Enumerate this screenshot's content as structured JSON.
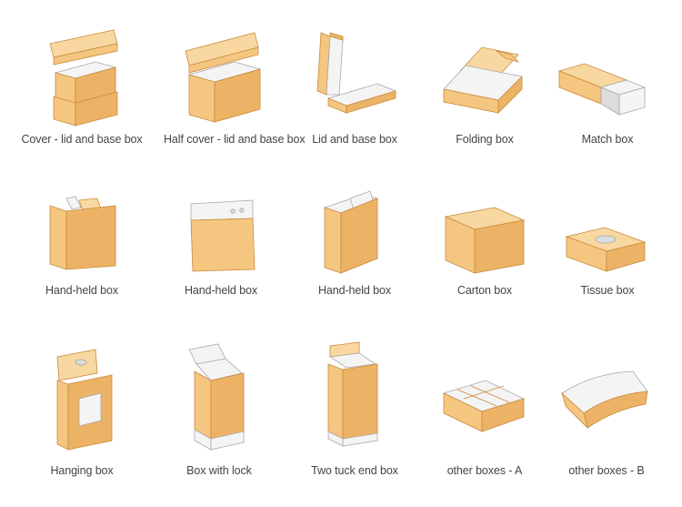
{
  "items": [
    {
      "label": "Cover - lid and base box",
      "icon": "cover-lid-base-box-icon"
    },
    {
      "label": "Half cover - lid and base box",
      "icon": "half-cover-box-icon"
    },
    {
      "label": "Lid and base box",
      "icon": "lid-base-box-icon"
    },
    {
      "label": "Folding box",
      "icon": "folding-box-icon"
    },
    {
      "label": "Match box",
      "icon": "match-box-icon"
    },
    {
      "label": "Hand-held box",
      "icon": "hand-held-box-icon"
    },
    {
      "label": "Hand-held box",
      "icon": "hand-held-box-icon"
    },
    {
      "label": "Hand-held box",
      "icon": "hand-held-box-icon"
    },
    {
      "label": "Carton box",
      "icon": "carton-box-icon"
    },
    {
      "label": "Tissue box",
      "icon": "tissue-box-icon"
    },
    {
      "label": "Hanging box",
      "icon": "hanging-box-icon"
    },
    {
      "label": "Box with lock",
      "icon": "box-with-lock-icon"
    },
    {
      "label": "Two tuck end box",
      "icon": "two-tuck-end-box-icon"
    },
    {
      "label": "other boxes - A",
      "icon": "tray-box-icon"
    },
    {
      "label": "other boxes - B",
      "icon": "curved-tray-box-icon"
    }
  ],
  "colors": {
    "box_front": "#f5c680",
    "box_side": "#ecb366",
    "box_inner": "#f4f4f4",
    "label_text": "#444444"
  }
}
